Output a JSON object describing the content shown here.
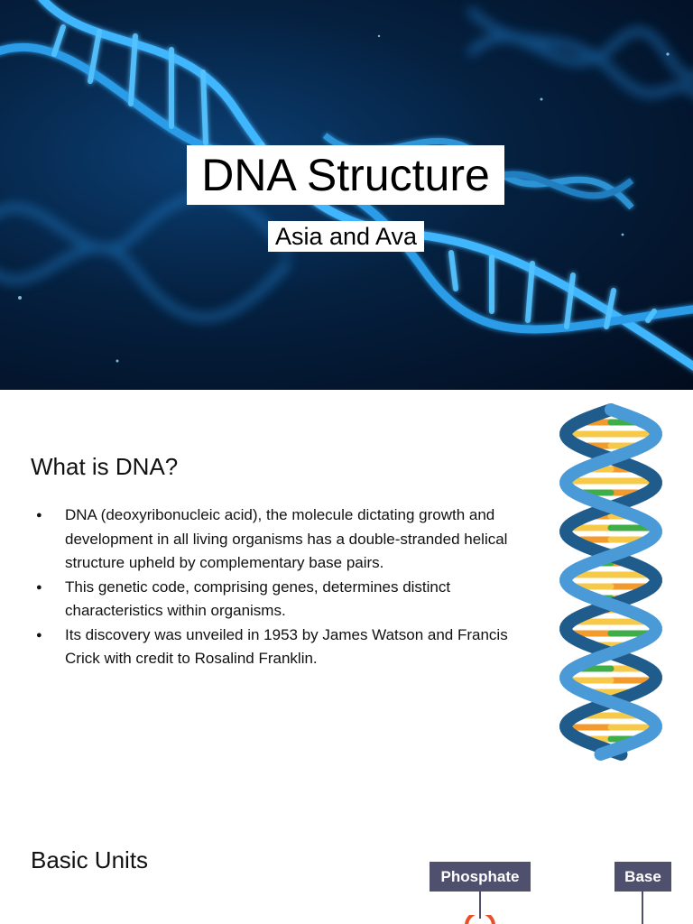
{
  "slide1": {
    "title": "DNA Structure",
    "subtitle": "Asia and Ava"
  },
  "slide2": {
    "heading": "What is DNA?",
    "bullets": [
      "DNA (deoxyribonucleic acid), the molecule dictating growth and development in all living organisms has a double-stranded helical structure upheld by complementary base pairs.",
      "This genetic code, comprising genes, determines distinct characteristics within organisms.",
      "Its discovery was unveiled in 1953 by James Watson and Francis Crick with credit to Rosalind Franklin."
    ]
  },
  "slide3": {
    "heading": "Basic Units",
    "labels": {
      "phosphate": "Phosphate",
      "base": "Base"
    }
  },
  "colors": {
    "helix_strand": "#4a9ad8",
    "helix_strand_dark": "#1f5c8c",
    "base_orange": "#f39a2d",
    "base_yellow": "#f7c948",
    "base_green": "#3fae49",
    "label_bg": "#4f4f6e",
    "phosphate_marker": "#e8502a"
  }
}
